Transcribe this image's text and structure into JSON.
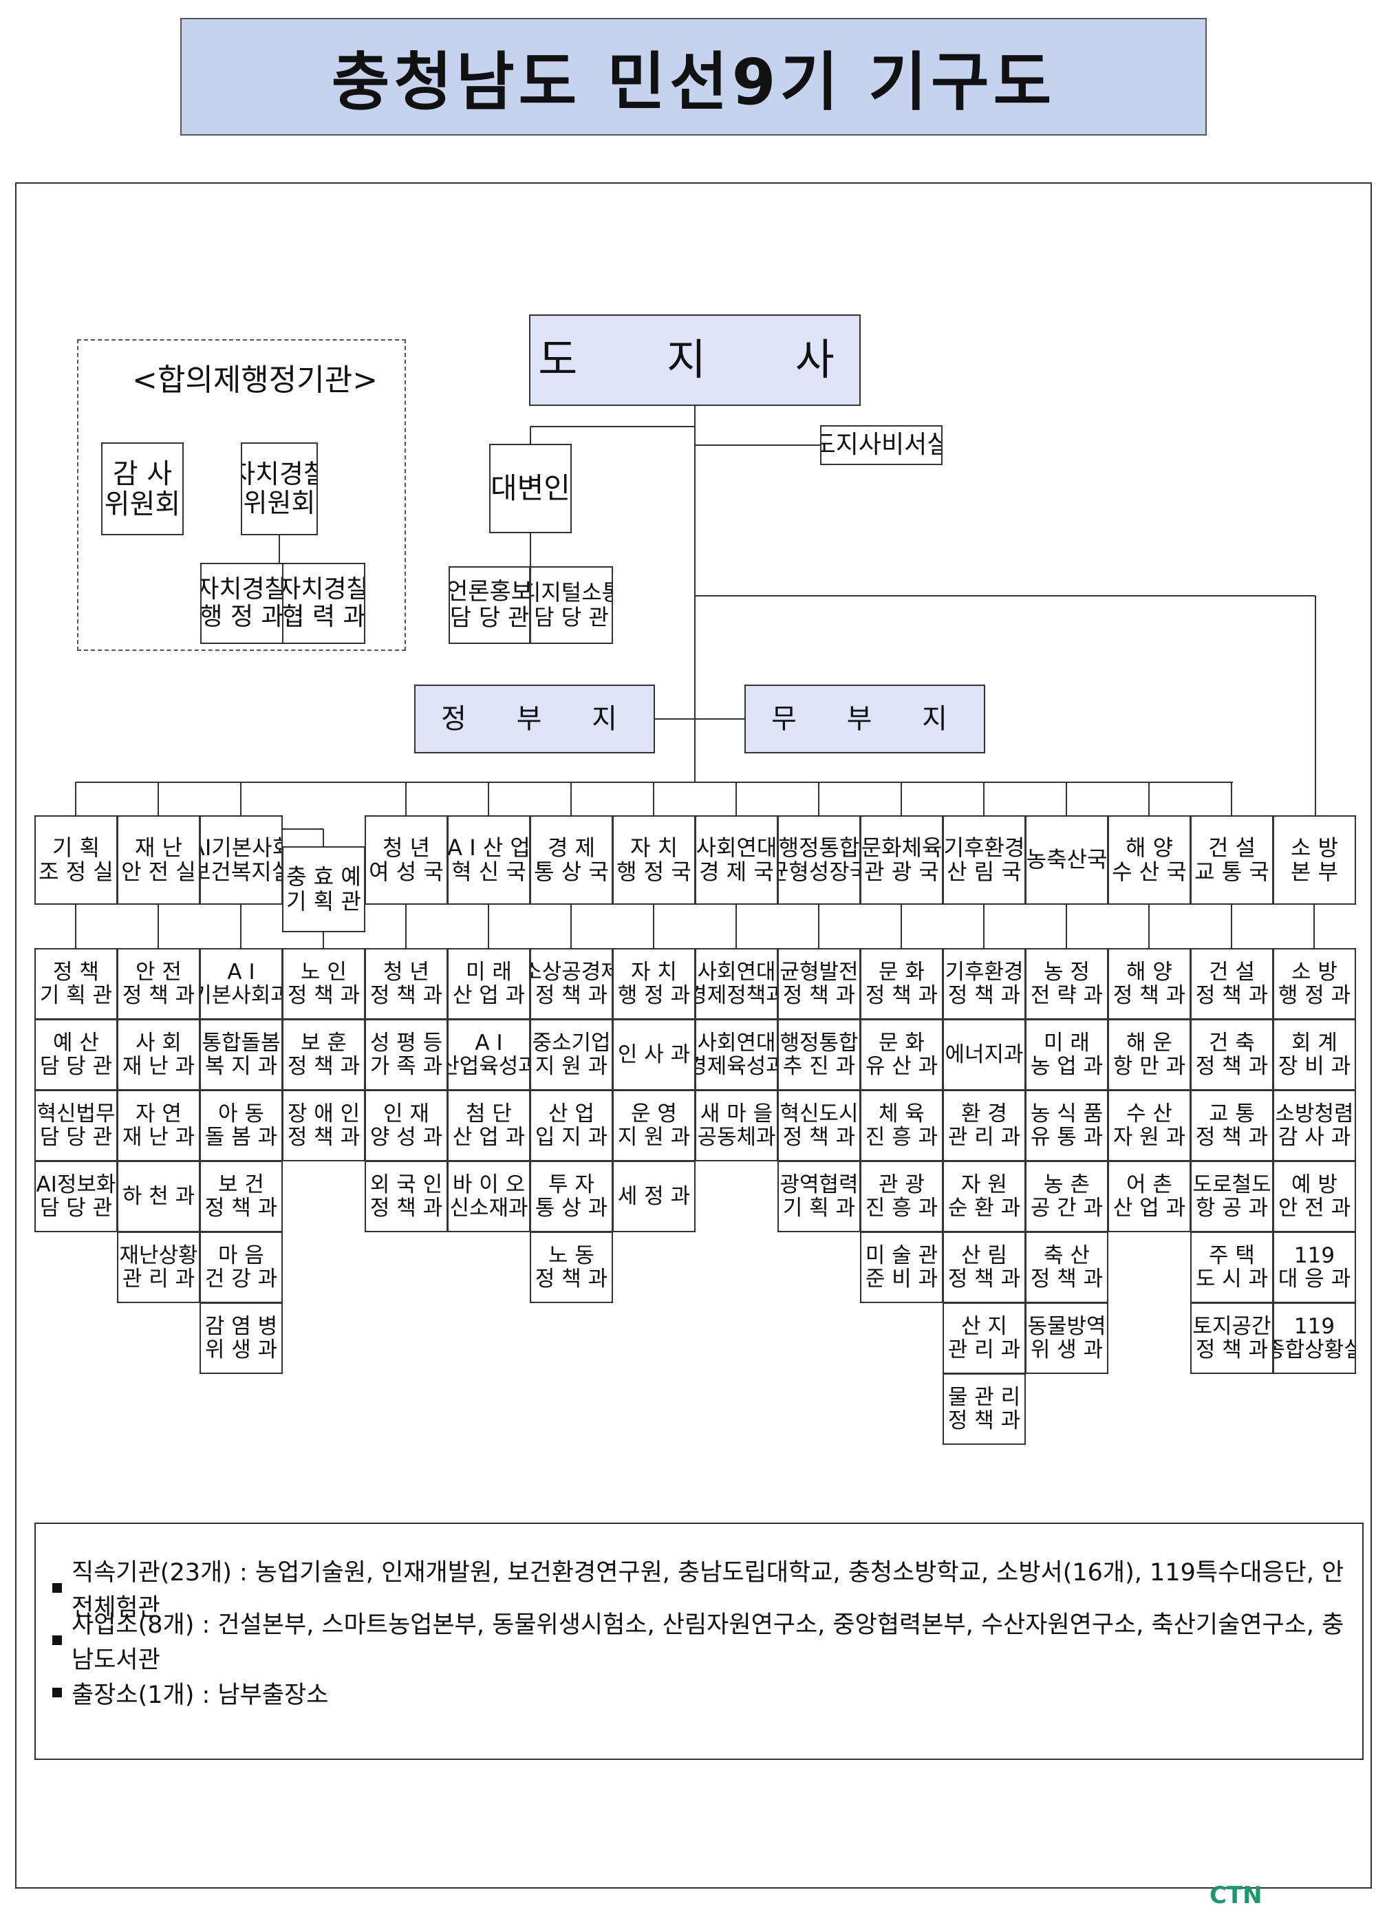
{
  "title": "충청남도 민선9기 기구도",
  "council": {
    "heading": "<합의제행정기관>",
    "audit": [
      "감 사",
      "위원회"
    ],
    "police": [
      "자치경찰",
      "위원회"
    ],
    "police_admin": [
      "자치경찰",
      "행 정 과"
    ],
    "police_coop": [
      "자치경찰",
      "협 력 과"
    ]
  },
  "governor": "도 지 사",
  "secretary": "도지사비서실",
  "spokesperson": "대변인",
  "media": [
    "언론홍보",
    "담 당 관"
  ],
  "digital": [
    "디지털소통",
    "담 당 관"
  ],
  "vice_admin": "행 정 부 지 사",
  "vice_political": "정 무 부 지 사",
  "columns": [
    {
      "head": [
        "기 획",
        "조 정 실"
      ],
      "items": [
        [
          "정 책",
          "기 획 관"
        ],
        [
          "예 산",
          "담 당 관"
        ],
        [
          "혁신법무",
          "담 당 관"
        ],
        [
          "AI정보화",
          "담 당 관"
        ]
      ]
    },
    {
      "head": [
        "재 난",
        "안 전 실"
      ],
      "items": [
        [
          "안 전",
          "정 책 과"
        ],
        [
          "사 회",
          "재 난 과"
        ],
        [
          "자 연",
          "재 난 과"
        ],
        [
          "하 천 과"
        ],
        [
          "재난상황",
          "관 리 과"
        ]
      ]
    },
    {
      "head": [
        "AI기본사회",
        "보건복지실"
      ],
      "items": [
        [
          "A I",
          "기본사회과"
        ],
        [
          "통합돌봄",
          "복 지 과"
        ],
        [
          "아 동",
          "돌 봄 과"
        ],
        [
          "보 건",
          "정 책 과"
        ],
        [
          "마 음",
          "건 강 과"
        ],
        [
          "감 염 병",
          "위 생 과"
        ]
      ]
    },
    {
      "head": [
        "충 효 예",
        "기 획 관"
      ],
      "items": [
        [
          "노 인",
          "정 책 과"
        ],
        [
          "보 훈",
          "정 책 과"
        ],
        [
          "장 애 인",
          "정 책 과"
        ]
      ]
    },
    {
      "head": [
        "청 년",
        "여 성 국"
      ],
      "items": [
        [
          "청 년",
          "정 책 과"
        ],
        [
          "성 평 등",
          "가 족 과"
        ],
        [
          "인 재",
          "양 성 과"
        ],
        [
          "외 국 인",
          "정 책 과"
        ]
      ]
    },
    {
      "head": [
        "A I 산 업",
        "혁 신 국"
      ],
      "items": [
        [
          "미 래",
          "산 업 과"
        ],
        [
          "A I",
          "산업육성과"
        ],
        [
          "첨 단",
          "산 업 과"
        ],
        [
          "바 이 오",
          "신소재과"
        ]
      ]
    },
    {
      "head": [
        "경 제",
        "통 상 국"
      ],
      "items": [
        [
          "소상공경제",
          "정 책 과"
        ],
        [
          "중소기업",
          "지 원 과"
        ],
        [
          "산 업",
          "입 지 과"
        ],
        [
          "투 자",
          "통 상 과"
        ],
        [
          "노 동",
          "정 책 과"
        ]
      ]
    },
    {
      "head": [
        "자 치",
        "행 정 국"
      ],
      "items": [
        [
          "자 치",
          "행 정 과"
        ],
        [
          "인 사 과"
        ],
        [
          "운 영",
          "지 원 과"
        ],
        [
          "세 정 과"
        ]
      ]
    },
    {
      "head": [
        "사회연대",
        "경 제 국"
      ],
      "items": [
        [
          "사회연대",
          "경제정책과"
        ],
        [
          "사회연대",
          "경제육성과"
        ],
        [
          "새 마 을",
          "공동체과"
        ]
      ]
    },
    {
      "head": [
        "행정통합",
        "균형성장국"
      ],
      "items": [
        [
          "균형발전",
          "정 책 과"
        ],
        [
          "행정통합",
          "추 진 과"
        ],
        [
          "혁신도시",
          "정 책 과"
        ],
        [
          "광역협력",
          "기 획 과"
        ]
      ]
    },
    {
      "head": [
        "문화체육",
        "관 광 국"
      ],
      "items": [
        [
          "문 화",
          "정 책 과"
        ],
        [
          "문 화",
          "유 산 과"
        ],
        [
          "체 육",
          "진 흥 과"
        ],
        [
          "관 광",
          "진 흥 과"
        ],
        [
          "미 술 관",
          "준 비 과"
        ]
      ]
    },
    {
      "head": [
        "기후환경",
        "산 림 국"
      ],
      "items": [
        [
          "기후환경",
          "정 책 과"
        ],
        [
          "에너지과"
        ],
        [
          "환 경",
          "관 리 과"
        ],
        [
          "자 원",
          "순 환 과"
        ],
        [
          "산 림",
          "정 책 과"
        ],
        [
          "산 지",
          "관 리 과"
        ],
        [
          "물 관 리",
          "정 책 과"
        ]
      ]
    },
    {
      "head": [
        "농축산국"
      ],
      "items": [
        [
          "농 정",
          "전 략 과"
        ],
        [
          "미 래",
          "농 업 과"
        ],
        [
          "농 식 품",
          "유 통 과"
        ],
        [
          "농 촌",
          "공 간 과"
        ],
        [
          "축 산",
          "정 책 과"
        ],
        [
          "동물방역",
          "위 생 과"
        ]
      ]
    },
    {
      "head": [
        "해 양",
        "수 산 국"
      ],
      "items": [
        [
          "해 양",
          "정 책 과"
        ],
        [
          "해 운",
          "항 만 과"
        ],
        [
          "수 산",
          "자 원 과"
        ],
        [
          "어 촌",
          "산 업 과"
        ]
      ]
    },
    {
      "head": [
        "건 설",
        "교 통 국"
      ],
      "items": [
        [
          "건 설",
          "정 책 과"
        ],
        [
          "건 축",
          "정 책 과"
        ],
        [
          "교 통",
          "정 책 과"
        ],
        [
          "도로철도",
          "항 공 과"
        ],
        [
          "주 택",
          "도 시 과"
        ],
        [
          "토지공간",
          "정 책 과"
        ]
      ]
    },
    {
      "head": [
        "소 방",
        "본 부"
      ],
      "items": [
        [
          "소 방",
          "행 정 과"
        ],
        [
          "회 계",
          "장 비 과"
        ],
        [
          "소방청렴",
          "감 사 과"
        ],
        [
          "예 방",
          "안 전 과"
        ],
        [
          "119",
          "대 응 과"
        ],
        [
          "119",
          "종합상황실"
        ]
      ]
    }
  ],
  "notes": [
    "직속기관(23개) : 농업기술원, 인재개발원, 보건환경연구원, 충남도립대학교, 충청소방학교, 소방서(16개), 119특수대응단, 안전체험관",
    "사업소(8개) : 건설본부, 스마트농업본부, 동물위생시험소, 산림자원연구소, 중앙협력본부, 수산자원연구소, 축산기술연구소, 충남도서관",
    "출장소(1개) : 남부출장소"
  ],
  "watermark": "CTN"
}
